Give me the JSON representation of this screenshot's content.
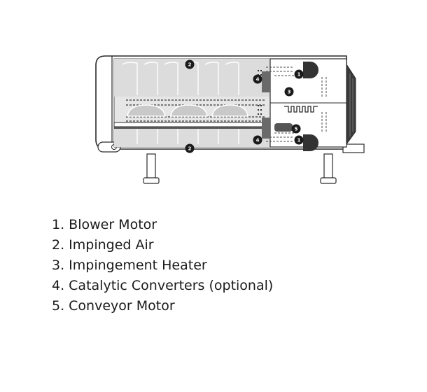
{
  "diagram": {
    "markers": {
      "m1": "1",
      "m2": "2",
      "m3": "3",
      "m4": "4",
      "m5": "5"
    }
  },
  "legend": {
    "items": [
      "1. Blower Motor",
      "2. Impinged Air",
      "3. Impingement Heater",
      "4. Catalytic Converters (optional)",
      "5. Conveyor Motor"
    ]
  }
}
